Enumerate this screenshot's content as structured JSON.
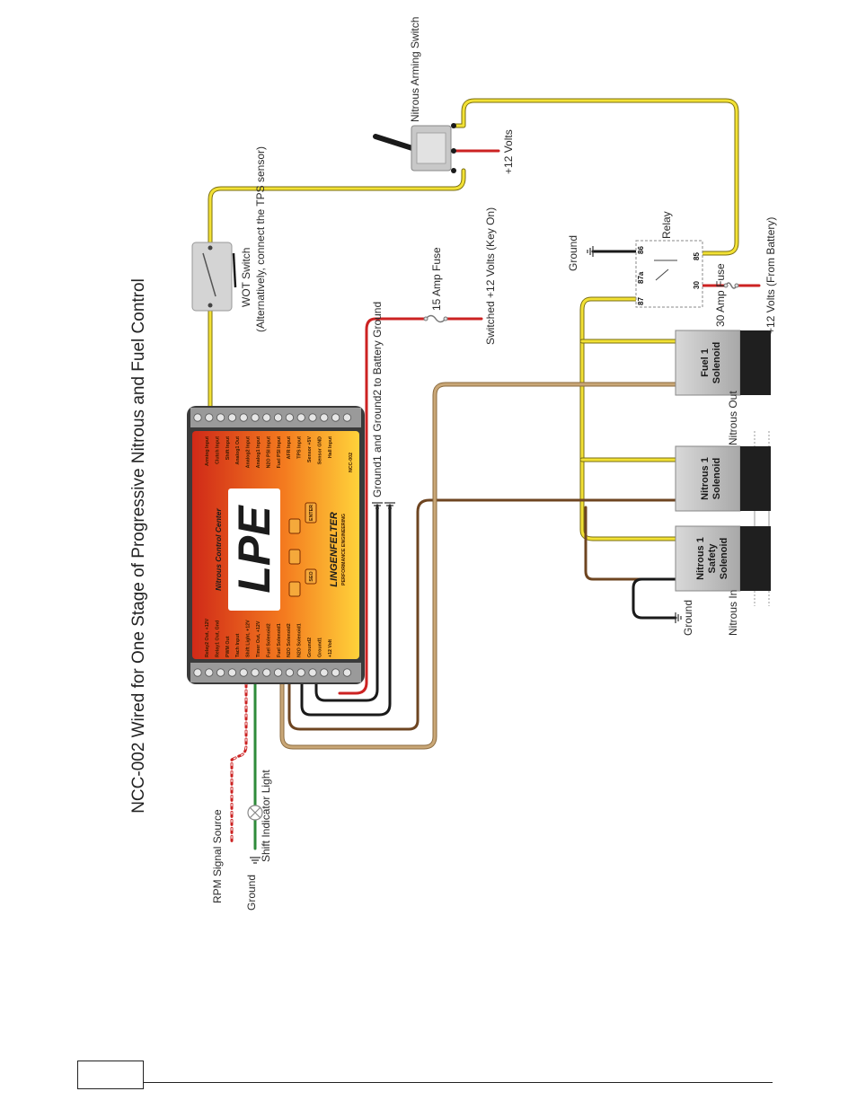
{
  "title": "NCC-002 Wired for One Stage of Progressive Nitrous and Fuel Control",
  "labels": {
    "rpm_signal": "RPM Signal Source",
    "ground_left": "Ground",
    "shift_light": "Shift Indicator Light",
    "wot_switch": "WOT Switch",
    "wot_note": "(Alternatively, connect the TPS sensor)",
    "arming_switch": "Nitrous Arming Switch",
    "plus12": "+12 Volts",
    "fuse15": "15 Amp Fuse",
    "switched12": "Switched +12 Volts (Key On)",
    "ground_note": "Ground1 and Ground2 to Battery Ground",
    "relay_ground": "Ground",
    "relay": "Relay",
    "fuse30": "30 Amp Fuse",
    "battery12": "+12 Volts (From Battery)",
    "nitrous_out": "Nitrous Out",
    "solenoid_ground": "Ground",
    "nitrous_in": "Nitrous In"
  },
  "controller": {
    "product": "Nitrous Control Center",
    "logo": "LPE",
    "maker": "LINGENFELTER",
    "maker_sub": "PERFORMANCE ENGINEERING",
    "model": "NCC-002",
    "btn_left": "SEO",
    "btn_right": "ENTER",
    "pins_left": [
      "Relay2 Out, +12V",
      "Relay1 Out, Gnd",
      "PWM Out",
      "Tach Input",
      "Shift Light, +12V",
      "Timer Out, +12V",
      "Fuel Solenoid2",
      "Fuel Solenoid1",
      "N2O Solenoid2",
      "N2O Solenoid1",
      "Ground2",
      "Ground1",
      "+12 Volt"
    ],
    "pins_right": [
      "Arming Input",
      "Clutch Input",
      "Shift Input",
      "Analog1 Out",
      "Analog2 Input",
      "Analog1 Input",
      "N2O PSI Input",
      "Fuel PSI Input",
      "AFR Input",
      "TPS Input",
      "Sensor +5V",
      "Sensor GND",
      "Hall Input"
    ]
  },
  "relay_pins": [
    "86",
    "85",
    "87a",
    "30",
    "87"
  ],
  "solenoids": [
    {
      "line1": "Fuel 1",
      "line2": "Solenoid"
    },
    {
      "line1": "Nitrous 1",
      "line2": "Solenoid"
    },
    {
      "line1": "Nitrous 1",
      "line2": "Safety",
      "line3": "Solenoid"
    }
  ],
  "colors": {
    "yellow": "#f2e135",
    "red": "#cc2222",
    "brown_dark": "#6e4521",
    "tan": "#c9a777",
    "green": "#2e8b3a",
    "black": "#1a1a1a",
    "controller_top": "#d02a18",
    "controller_bottom": "#ffd23a"
  }
}
